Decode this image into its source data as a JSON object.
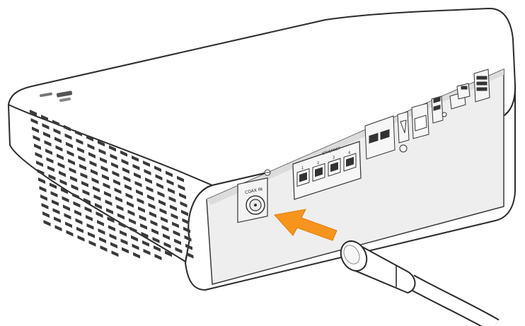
{
  "device": {
    "ports": {
      "coax_in": "COAX IN",
      "ethernet": "ETHERNET",
      "eth_numbers": [
        "1",
        "2",
        "3",
        "4"
      ]
    }
  },
  "colors": {
    "arrow": "#f7941d",
    "outline": "#2b2b2b",
    "body": "#ffffff",
    "back_panel": "#eeeeee"
  }
}
